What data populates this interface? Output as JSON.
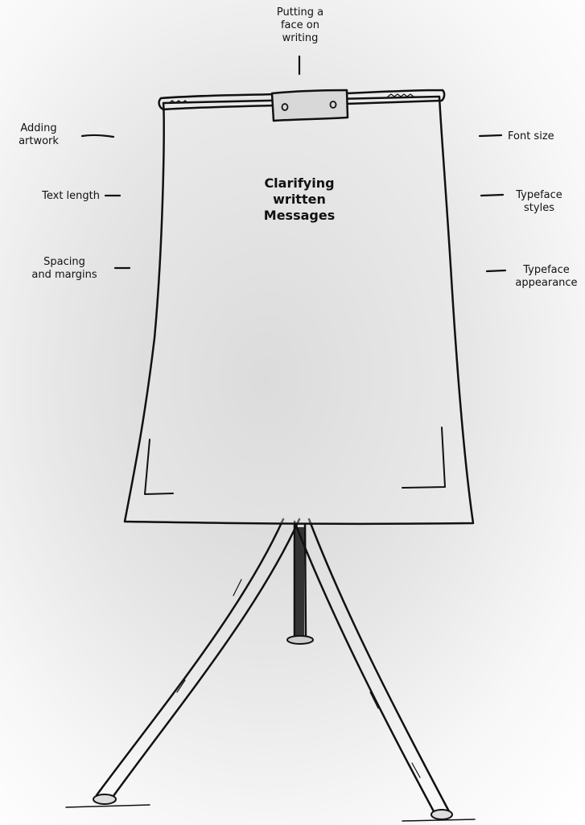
{
  "title": "Clarifying\nwritten\nMessages",
  "labels": {
    "top": "Putting a\nface on\nwriting",
    "left_1": "Adding\nartwork",
    "left_2": "Text length",
    "left_3": "Spacing\nand margins",
    "right_1": "Font size",
    "right_2": "Typeface\nstyles",
    "right_3": "Typeface\nappearance"
  }
}
